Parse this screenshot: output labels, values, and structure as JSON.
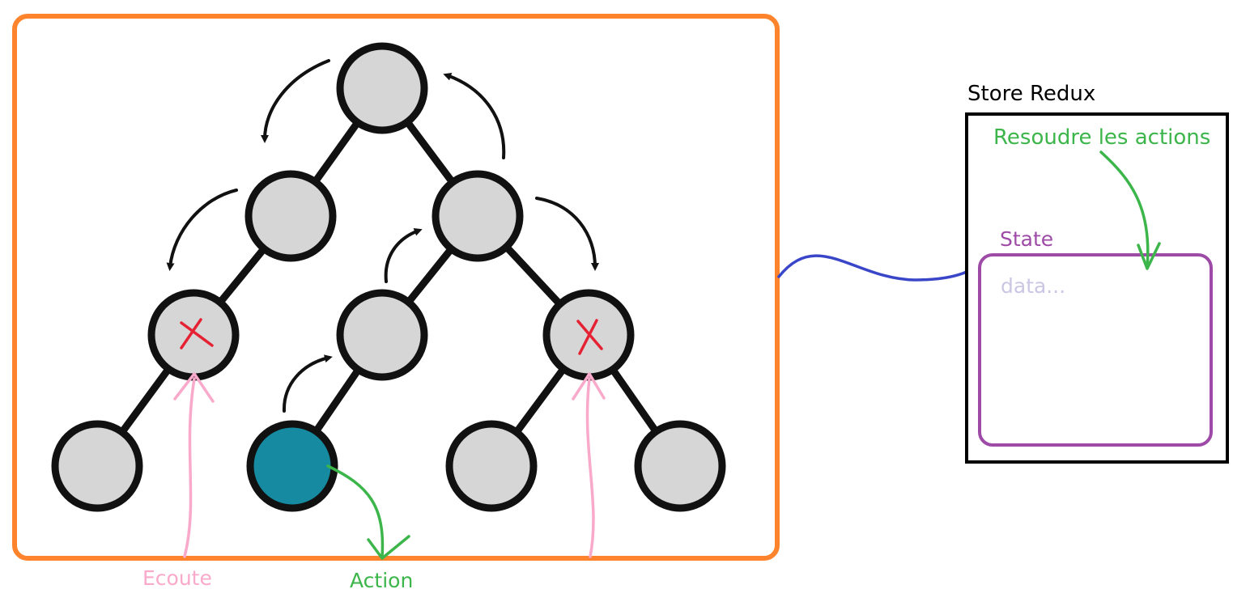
{
  "store": {
    "title": "Store Redux",
    "resolve_label": "Resoudre les actions",
    "state_label": "State",
    "state_placeholder": "data..."
  },
  "labels": {
    "ecoute": "Ecoute",
    "action": "Action"
  },
  "colors": {
    "frame": "#fd842c",
    "node_fill": "#d6d6d6",
    "node_stroke": "#111111",
    "active_node": "#168aa0",
    "cross": "#e52233",
    "listen": "#f9a9ca",
    "action": "#3cb54a",
    "state": "#9e4ba8",
    "link": "#3a46c8",
    "placeholder": "#cbc6e3",
    "arrow": "#111111",
    "store_text": "#000000"
  },
  "tree": {
    "nodes": [
      {
        "id": "root",
        "state": "normal"
      },
      {
        "id": "l1-left",
        "state": "normal"
      },
      {
        "id": "l1-right",
        "state": "normal"
      },
      {
        "id": "l2-left",
        "state": "listening"
      },
      {
        "id": "l2-mid",
        "state": "normal"
      },
      {
        "id": "l2-right",
        "state": "listening"
      },
      {
        "id": "leaf-1",
        "state": "normal"
      },
      {
        "id": "leaf-2",
        "state": "dispatching"
      },
      {
        "id": "leaf-3",
        "state": "normal"
      },
      {
        "id": "leaf-4",
        "state": "normal"
      }
    ],
    "edges": [
      [
        "root",
        "l1-left"
      ],
      [
        "root",
        "l1-right"
      ],
      [
        "l1-left",
        "l2-left"
      ],
      [
        "l1-right",
        "l2-mid"
      ],
      [
        "l1-right",
        "l2-right"
      ],
      [
        "l2-left",
        "leaf-1"
      ],
      [
        "l2-mid",
        "leaf-2"
      ],
      [
        "l2-right",
        "leaf-3"
      ],
      [
        "l2-right",
        "leaf-4"
      ]
    ]
  }
}
